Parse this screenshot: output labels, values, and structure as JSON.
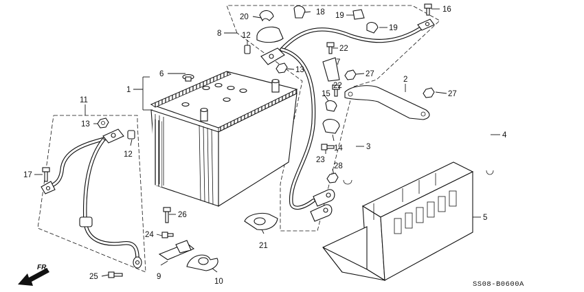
{
  "diagram_code": "SS08-B0600A",
  "direction_label": "FR.",
  "callouts": [
    {
      "id": "c1",
      "text": "1"
    },
    {
      "id": "c2",
      "text": "2"
    },
    {
      "id": "c3",
      "text": "3"
    },
    {
      "id": "c4",
      "text": "4"
    },
    {
      "id": "c5",
      "text": "5"
    },
    {
      "id": "c6",
      "text": "6"
    },
    {
      "id": "c7",
      "text": "7"
    },
    {
      "id": "c8",
      "text": "8"
    },
    {
      "id": "c9",
      "text": "9"
    },
    {
      "id": "c10",
      "text": "10"
    },
    {
      "id": "c11",
      "text": "11"
    },
    {
      "id": "c12a",
      "text": "12"
    },
    {
      "id": "c12b",
      "text": "12"
    },
    {
      "id": "c13a",
      "text": "13"
    },
    {
      "id": "c13b",
      "text": "13"
    },
    {
      "id": "c14",
      "text": "14"
    },
    {
      "id": "c15",
      "text": "15"
    },
    {
      "id": "c16",
      "text": "16"
    },
    {
      "id": "c17",
      "text": "17"
    },
    {
      "id": "c18",
      "text": "18"
    },
    {
      "id": "c19a",
      "text": "19"
    },
    {
      "id": "c19b",
      "text": "19"
    },
    {
      "id": "c20",
      "text": "20"
    },
    {
      "id": "c21",
      "text": "21"
    },
    {
      "id": "c22a",
      "text": "22"
    },
    {
      "id": "c22b",
      "text": "22"
    },
    {
      "id": "c23",
      "text": "23"
    },
    {
      "id": "c24",
      "text": "24"
    },
    {
      "id": "c25",
      "text": "25"
    },
    {
      "id": "c26",
      "text": "26"
    },
    {
      "id": "c27a",
      "text": "27"
    },
    {
      "id": "c27b",
      "text": "27"
    },
    {
      "id": "c28",
      "text": "28"
    }
  ]
}
